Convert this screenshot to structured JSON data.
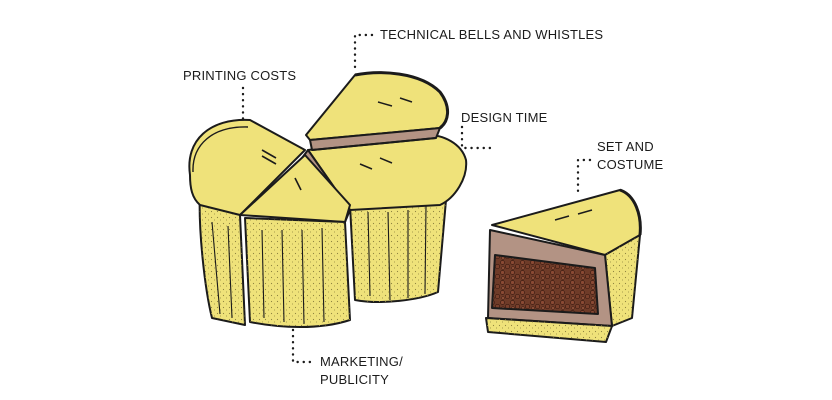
{
  "labels": {
    "technical": "TECHNICAL BELLS AND WHISTLES",
    "printing": "PRINTING COSTS",
    "design": "DESIGN TIME",
    "set_line1": "SET AND",
    "set_line2": "COSTUME",
    "marketing_line1": "MARKETING/",
    "marketing_line2": "PUBLICITY"
  },
  "colors": {
    "crust": "#efe27a",
    "crust_shadow": "#d9c85a",
    "outline": "#1b1b1b",
    "filling": "#6e3b28",
    "filling_dark": "#4a2418",
    "meat_layer": "#b39384",
    "background": "#ffffff"
  }
}
